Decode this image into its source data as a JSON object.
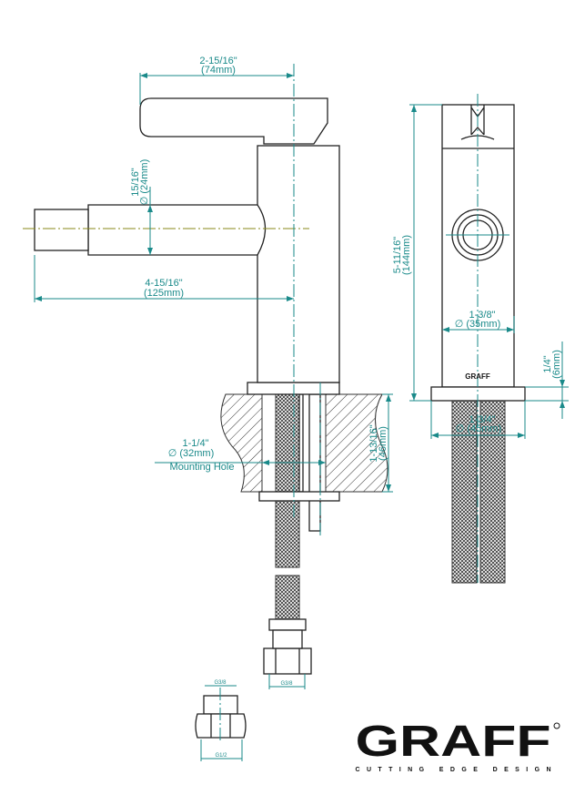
{
  "dimensions": {
    "handle_reach": {
      "in": "2-15/16\"",
      "mm": "(74mm)"
    },
    "spout_diameter": {
      "in": "15/16\"",
      "mm": "∅ (24mm)"
    },
    "spout_reach": {
      "in": "4-15/16\"",
      "mm": "(125mm)"
    },
    "mounting_hole": {
      "in": "1-1/4\"",
      "mm": "∅ (32mm)",
      "label": "Mounting Hole"
    },
    "max_deck": {
      "in": "1-13/16\"",
      "mm": "(46mm)"
    },
    "height": {
      "in": "5-11/16\"",
      "mm": "(144mm)"
    },
    "body_diameter": {
      "in": "1-3/8\"",
      "mm": "∅ (35mm)"
    },
    "base_height": {
      "in": "1/4\"",
      "mm": "(6mm)"
    },
    "base_diameter": {
      "in": "1-3/4\"",
      "mm": "∅ (45mm)"
    },
    "hose_thread": "G3/8",
    "adapter_top_thread": "G3/8",
    "adapter_bottom_thread": "G1/2"
  },
  "logo": {
    "brand": "GRAFF",
    "tagline": "CUTTING EDGE DESIGN",
    "body_mark": "GRAFF"
  },
  "colors": {
    "dimension": "#1a8a8a",
    "centerline": "#8a8a1a",
    "outline": "#222222"
  }
}
